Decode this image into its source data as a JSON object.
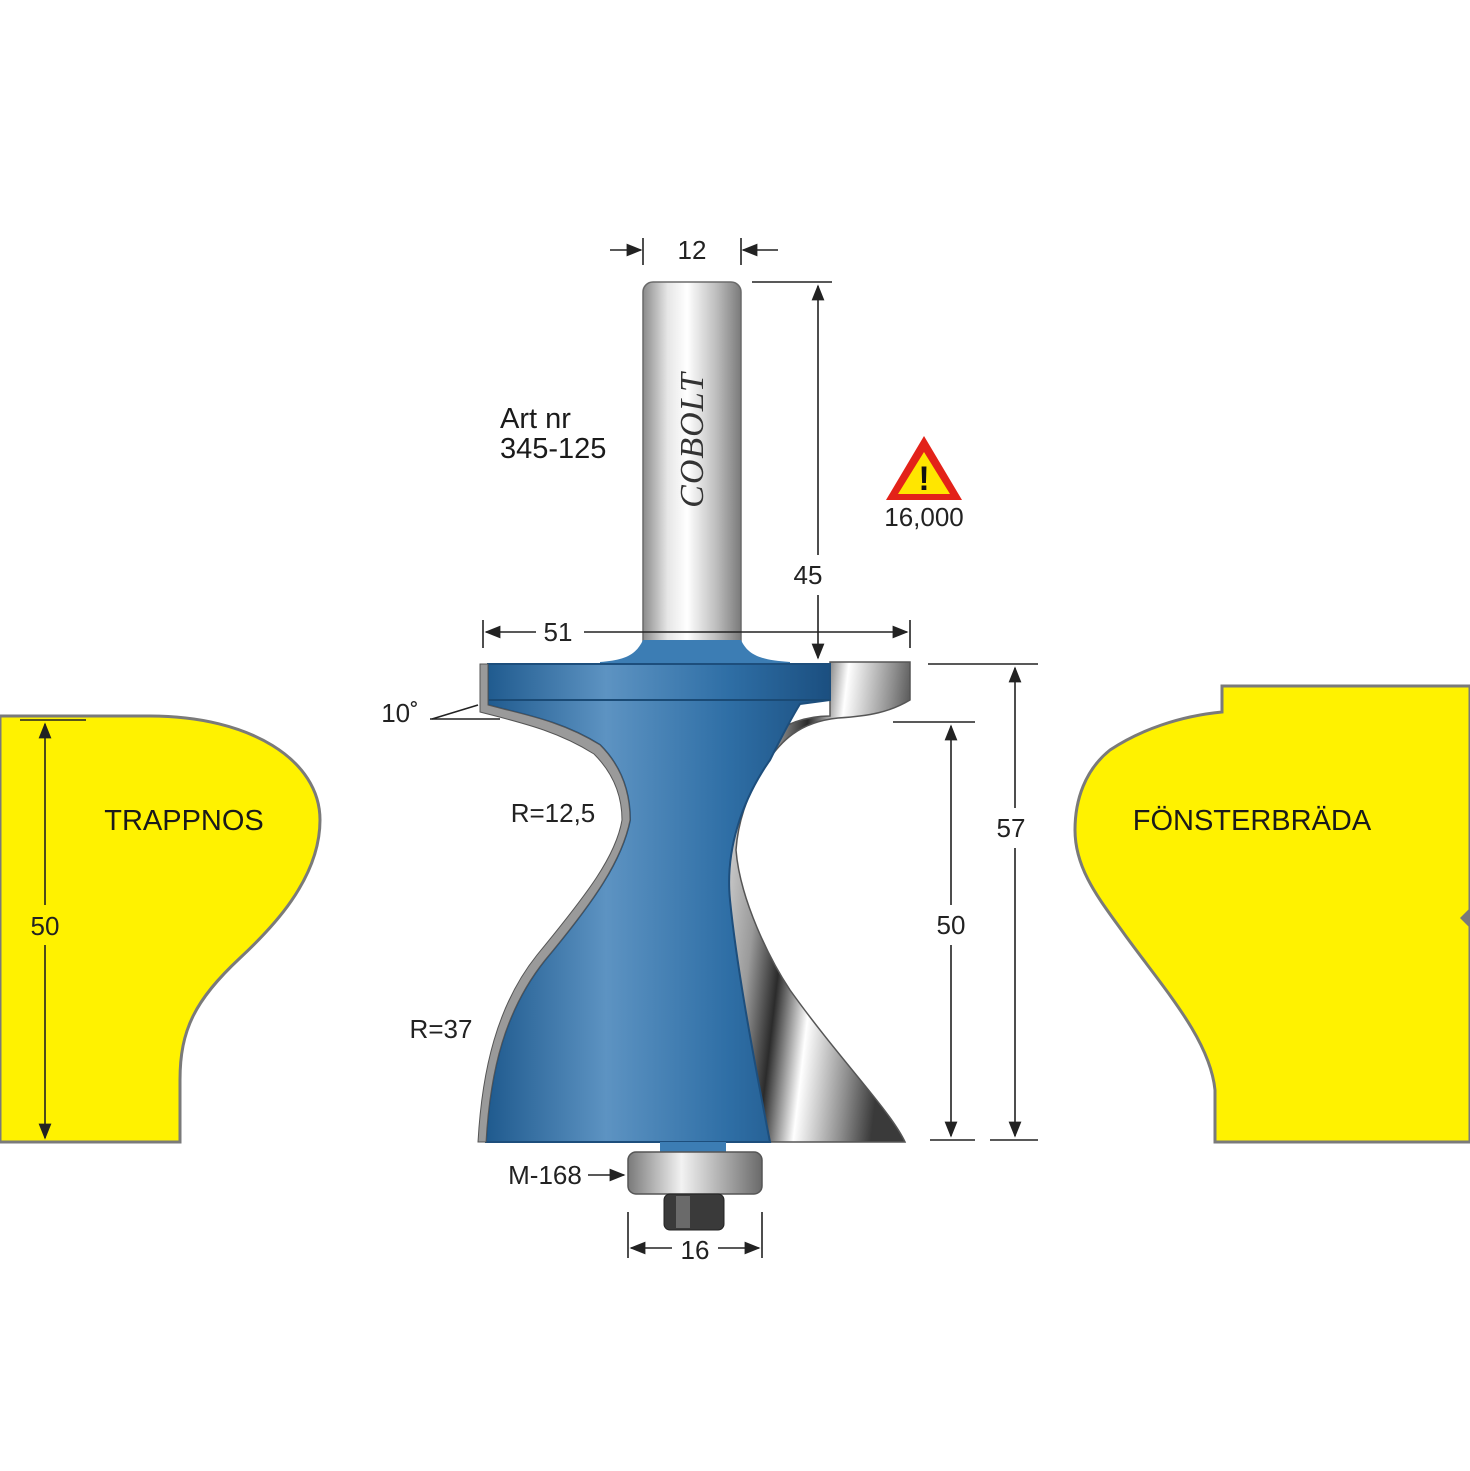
{
  "colors": {
    "profile_fill": "#fff200",
    "profile_stroke": "#7a7a7a",
    "cutter_blue": "#2f6fa6",
    "steel": "#c8c8c8",
    "warning_red": "#e32219",
    "warning_yellow": "#ffe600"
  },
  "shank": {
    "brand": "COBOLT",
    "diameter": "12",
    "length": "45"
  },
  "article": {
    "label": "Art nr",
    "number": "345-125"
  },
  "warning": {
    "icon": "warning-triangle-icon",
    "mark": "!",
    "rpm": "16,000"
  },
  "dimensions": {
    "cutter_width": "51",
    "angle": "10˚",
    "radius_small": "R=12,5",
    "radius_large": "R=37",
    "cutting_height": "50",
    "total_height": "57",
    "bearing_diameter": "16",
    "bearing_code": "M-168"
  },
  "profiles": {
    "left": {
      "name": "TRAPPNOS",
      "height": "50"
    },
    "right": {
      "name": "FÖNSTERBRÄDA"
    }
  }
}
